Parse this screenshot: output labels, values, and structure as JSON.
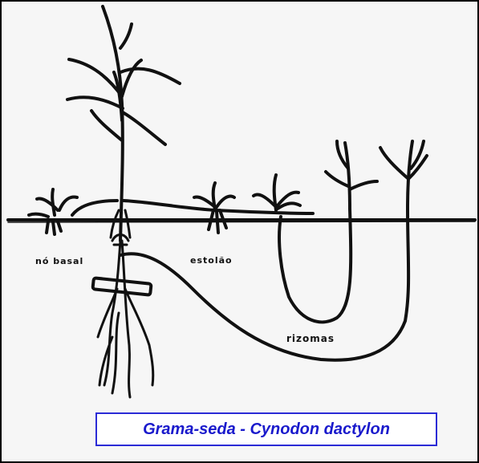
{
  "labels": {
    "no_basal": "nó basal",
    "estolao": "estolão",
    "rizomas": "rizomas"
  },
  "caption": "Grama-seda - Cynodon dactylon",
  "colors": {
    "ink": "#111111",
    "caption_border": "#2b2bd6",
    "caption_text": "#1a1acc",
    "paper": "#f6f6f6"
  }
}
